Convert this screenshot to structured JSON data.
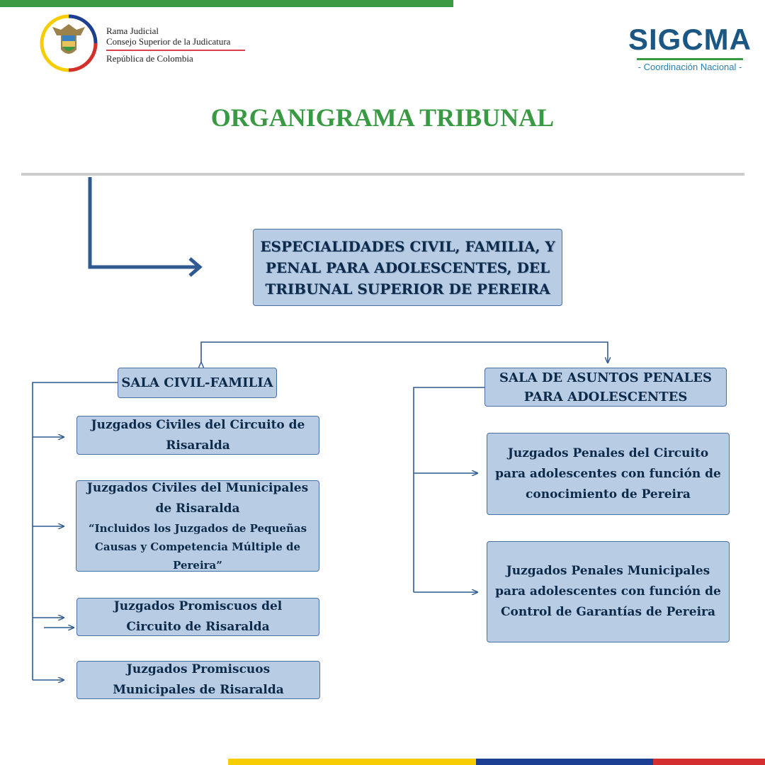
{
  "header": {
    "org_line1": "Rama Judicial",
    "org_line2": "Consejo Superior de la Judicatura",
    "org_line3": "República de Colombia",
    "seal_icon": "colombia-coat-of-arms-icon",
    "brand_name": "SIGCMA",
    "brand_subtitle": "- Coordinación Nacional -"
  },
  "title": "ORGANIGRAMA TRIBUNAL",
  "main_box": {
    "line1": "ESPECIALIDADES CIVIL, FAMILIA, Y",
    "line2": "PENAL PARA ADOLESCENTES, DEL",
    "line3": "TRIBUNAL SUPERIOR DE PEREIRA"
  },
  "sala_civil": {
    "label": "SALA CIVIL-FAMILIA",
    "juzgados": [
      {
        "line1": "Juzgados Civiles del Circuito de",
        "line2": "Risaralda"
      },
      {
        "line1": "Juzgados Civiles del Municipales",
        "line2": "de Risaralda",
        "sub1": "“Incluidos los Juzgados de Pequeñas",
        "sub2": "Causas y Competencia Múltiple de",
        "sub3": "Pereira”"
      },
      {
        "line1": "Juzgados Promiscuos del",
        "line2": "Circuito de Risaralda"
      },
      {
        "line1": "Juzgados Promiscuos",
        "line2": "Municipales de Risaralda"
      }
    ]
  },
  "sala_penal": {
    "line1": "SALA DE ASUNTOS PENALES",
    "line2": "PARA ADOLESCENTES",
    "juzgados": [
      {
        "line1": "Juzgados Penales del Circuito",
        "line2": "para adolescentes con función de",
        "line3": "conocimiento de Pereira"
      },
      {
        "line1": "Juzgados Penales Municipales",
        "line2": "para adolescentes con función de",
        "line3": "Control de Garantías de Pereira"
      }
    ]
  },
  "colors": {
    "green": "#3a9a43",
    "box_fill": "#b8cce4",
    "connector": "#2e5a91",
    "flag_yellow": "#f6cd02",
    "flag_blue": "#1c3f94",
    "flag_red": "#d42e2e"
  }
}
